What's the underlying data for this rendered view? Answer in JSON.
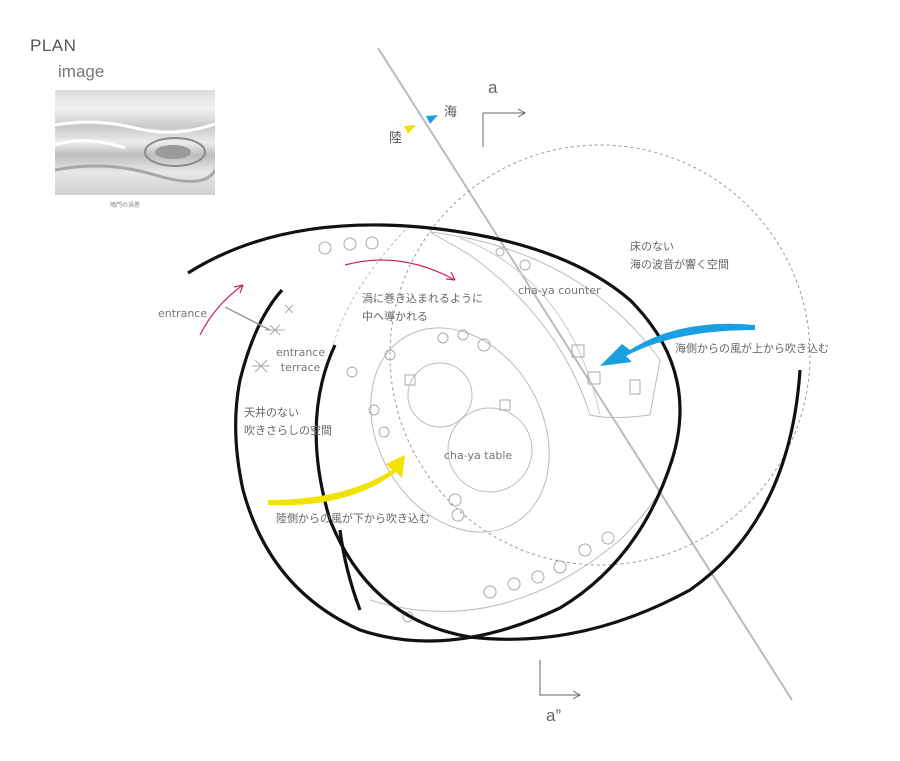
{
  "header": {
    "plan_title": "PLAN",
    "image_title": "image",
    "image_caption": "鳴門の渦巻"
  },
  "orientation": {
    "sea": "海",
    "land": "陸",
    "sea_color": "#1aa0e0",
    "land_color": "#f2e200"
  },
  "section_marks": {
    "top": "a",
    "bottom": "a”"
  },
  "labels": {
    "entrance": "entrance",
    "entrance_terrace": [
      "entrance",
      "terrace"
    ],
    "vortex_guide": [
      "渦に巻き込まれるように",
      "中へ導かれる"
    ],
    "counter": "cha-ya counter",
    "table": "cha-ya table",
    "no_floor": [
      "床のない",
      "海の波音が響く空間"
    ],
    "sea_wind": "海側からの風が上から吹き込む",
    "no_ceiling": [
      "天井のない",
      "吹きさらしの空間"
    ],
    "land_wind": "陸側からの風が下から吹き込む"
  },
  "arrow_colors": {
    "circulation": "#d0215f",
    "sea_wind": "#1aa0e0",
    "land_wind": "#f2e200"
  }
}
